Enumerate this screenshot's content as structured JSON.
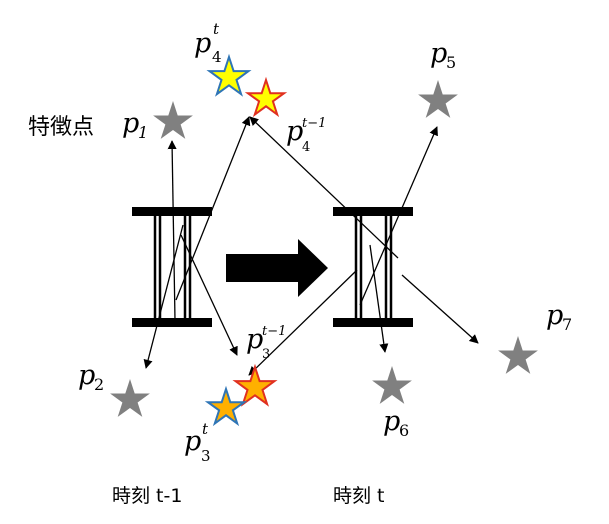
{
  "labels": {
    "feature_prefix": "特徴点",
    "time_prev": "時刻 t-1",
    "time_curr": "時刻 t",
    "points": [
      {
        "base": "p",
        "sub": "1",
        "sup": ""
      },
      {
        "base": "p",
        "sub": "2",
        "sup": ""
      },
      {
        "base": "p",
        "sub": "3",
        "sup": "t"
      },
      {
        "base": "p",
        "sub": "3",
        "sup": "t−1"
      },
      {
        "base": "p",
        "sub": "4",
        "sup": "t"
      },
      {
        "base": "p",
        "sub": "4",
        "sup": "t−1"
      },
      {
        "base": "p",
        "sub": "5",
        "sup": ""
      },
      {
        "base": "p",
        "sub": "6",
        "sup": ""
      },
      {
        "base": "p",
        "sub": "7",
        "sup": ""
      }
    ]
  },
  "colors": {
    "gray_star": "#808080",
    "yellow_star_fill": "#ffff00",
    "yellow_star_stroke": "#2e75b6",
    "red_star_fill": "#ffc000",
    "red_star_stroke": "#e03020",
    "orange_star_fill": "#ffb000",
    "frame": "#000000"
  }
}
